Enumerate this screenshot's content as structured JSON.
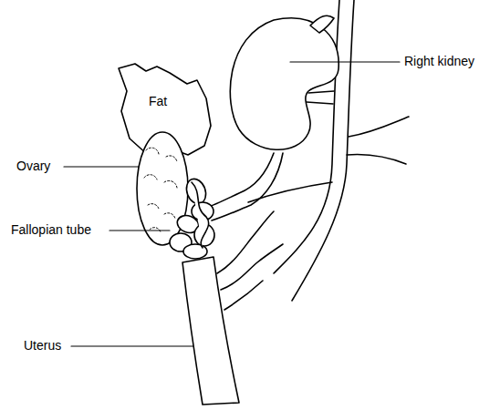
{
  "diagram": {
    "labels": [
      "Right kidney",
      "Fat",
      "Ovary",
      "Fallopian tube",
      "Uterus"
    ]
  }
}
